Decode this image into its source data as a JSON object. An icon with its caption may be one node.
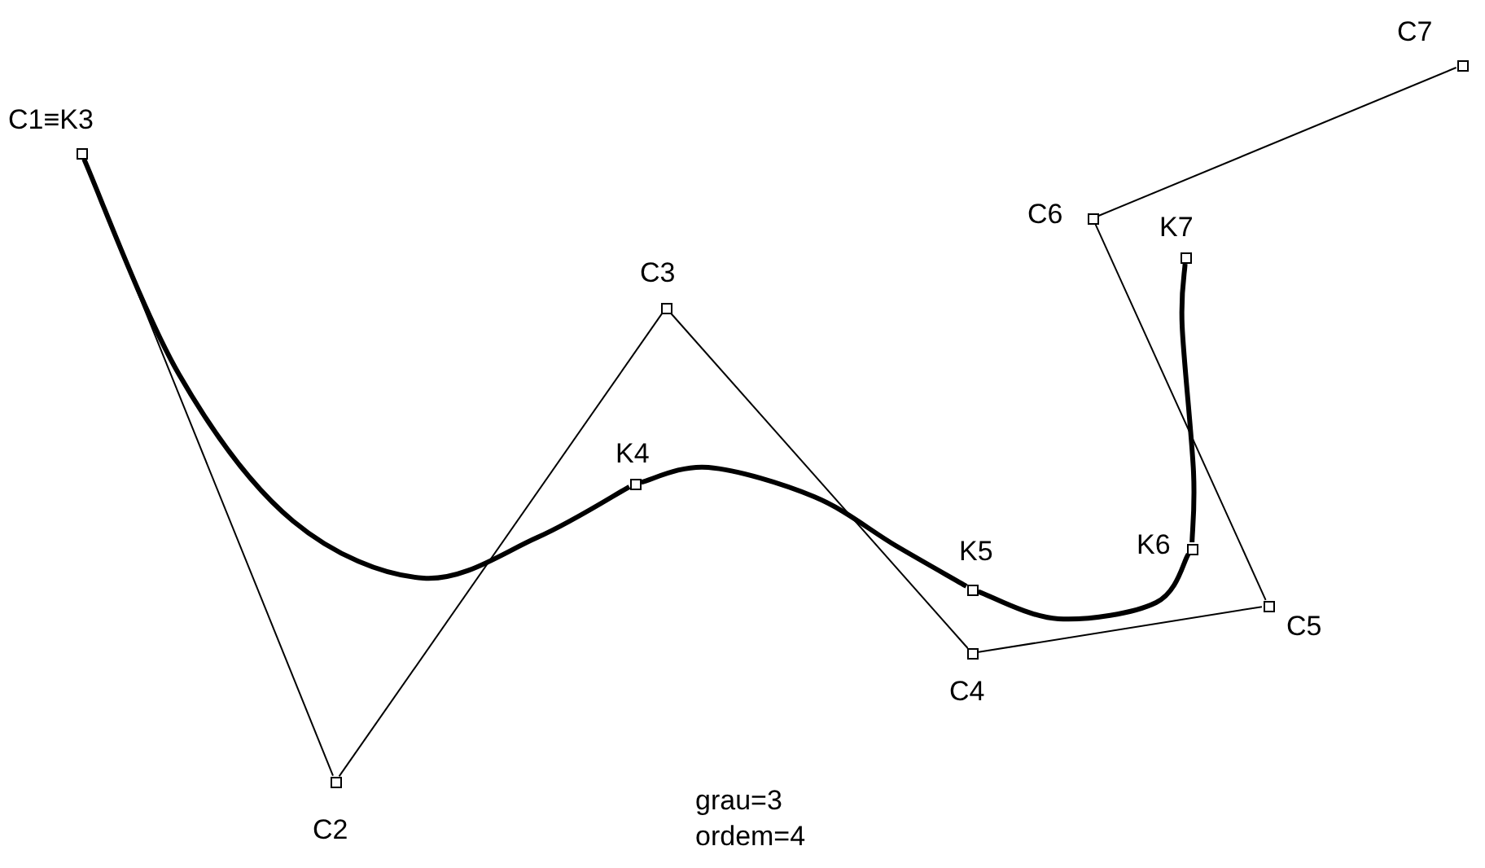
{
  "diagram": {
    "nodes": [
      {
        "text": [
          "C1≡K3"
        ]
      },
      {
        "text": [
          "C2"
        ]
      },
      {
        "text": [
          "C3"
        ]
      },
      {
        "text": [
          "C4"
        ]
      },
      {
        "text": [
          "C5"
        ]
      },
      {
        "text": [
          "C6"
        ]
      },
      {
        "text": [
          "C7"
        ]
      },
      {
        "text": [
          "K4"
        ]
      },
      {
        "text": [
          "K5"
        ]
      },
      {
        "text": [
          "K6"
        ]
      },
      {
        "text": [
          "K7"
        ]
      }
    ],
    "edges": [
      {
        "from": 0,
        "to": 1,
        "arrow": "none"
      },
      {
        "from": 1,
        "to": 2,
        "arrow": "none"
      },
      {
        "from": 2,
        "to": 3,
        "arrow": "none"
      },
      {
        "from": 3,
        "to": 4,
        "arrow": "none"
      },
      {
        "from": 4,
        "to": 5,
        "arrow": "none"
      },
      {
        "from": 5,
        "to": 6,
        "arrow": "none"
      },
      {
        "from": 0,
        "to": 7,
        "arrow": "none",
        "style": "thick"
      },
      {
        "from": 7,
        "to": 8,
        "arrow": "none",
        "style": "thick"
      },
      {
        "from": 8,
        "to": 9,
        "arrow": "none",
        "style": "thick"
      },
      {
        "from": 9,
        "to": 10,
        "arrow": "none",
        "style": "thick"
      }
    ],
    "labels": [
      "grau=3",
      "ordem=4"
    ]
  }
}
